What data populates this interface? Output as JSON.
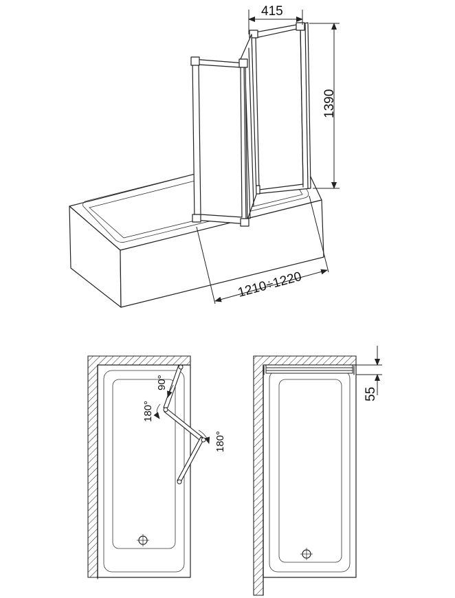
{
  "dimensions": {
    "width_top": "415",
    "height": "1390",
    "length_range": "1210÷1220",
    "offset": "55"
  },
  "angles": {
    "a1": "90°",
    "a2": "180°",
    "a3": "180°"
  },
  "colors": {
    "line": "#222222",
    "background": "#ffffff"
  }
}
